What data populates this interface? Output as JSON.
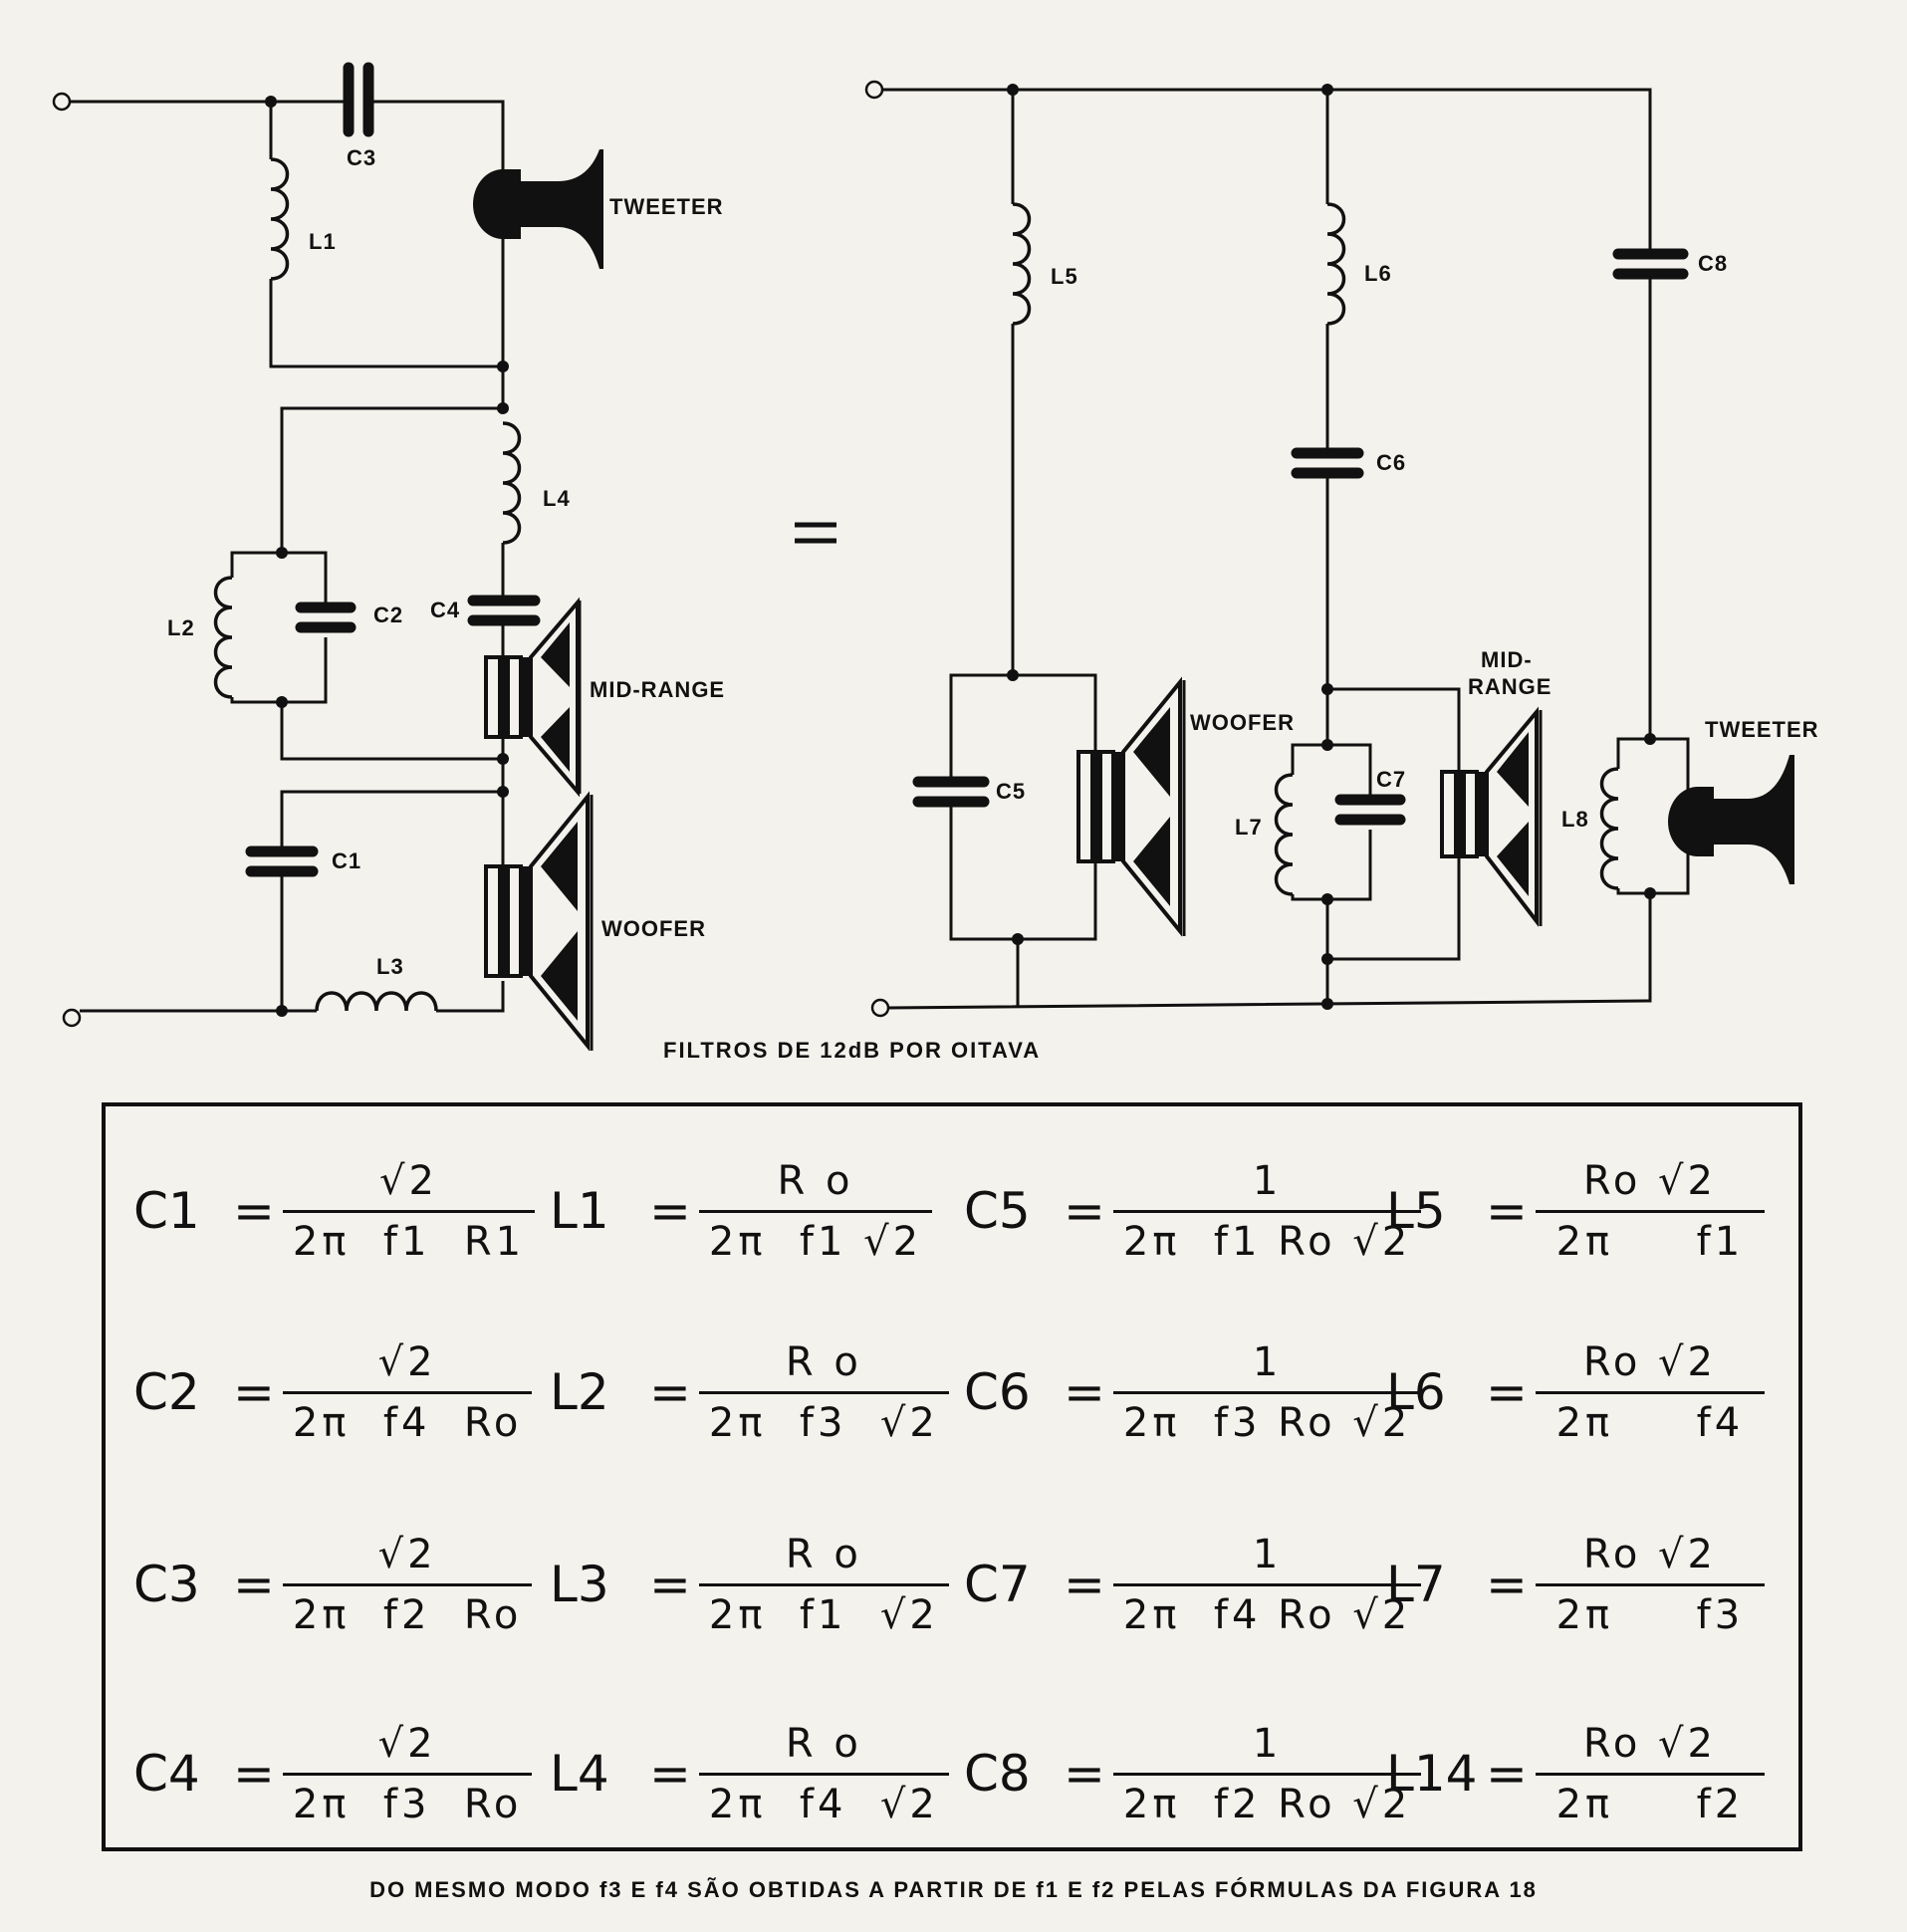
{
  "diagram": {
    "labels": {
      "c1": "C1",
      "c2": "C2",
      "c3": "C3",
      "c4": "C4",
      "c5": "C5",
      "c6": "C6",
      "c7": "C7",
      "c8": "C8",
      "l1": "L1",
      "l2": "L2",
      "l3": "L3",
      "l4": "L4",
      "l5": "L5",
      "l6": "L6",
      "l7": "L7",
      "l8": "L8",
      "tweeter": "TWEETER",
      "midrange": "MID-RANGE",
      "woofer": "WOOFER",
      "midrange_line1": "MID-",
      "midrange_line2": "RANGE"
    },
    "caption": "FILTROS DE 12dB POR OITAVA"
  },
  "formulas": [
    [
      {
        "name": "C1",
        "num": "√2",
        "den": "2π  f1  R1"
      },
      {
        "name": "L1",
        "num": "R o",
        "den": "2π  f1 √2"
      },
      {
        "name": "C5",
        "num": "1",
        "den": "2π  f1 Ro √2"
      },
      {
        "name": "L5",
        "num": "Ro   √2",
        "den": "2π     f1"
      }
    ],
    [
      {
        "name": "C2",
        "num": "√2",
        "den": "2π  f4  Ro"
      },
      {
        "name": "L2",
        "num": "R o",
        "den": "2π  f3  √2"
      },
      {
        "name": "C6",
        "num": "1",
        "den": "2π  f3 Ro √2"
      },
      {
        "name": "L6",
        "num": "Ro   √2",
        "den": "2π     f4"
      }
    ],
    [
      {
        "name": "C3",
        "num": "√2",
        "den": "2π  f2  Ro"
      },
      {
        "name": "L3",
        "num": "R o",
        "den": "2π  f1  √2"
      },
      {
        "name": "C7",
        "num": "1",
        "den": "2π  f4 Ro √2"
      },
      {
        "name": "L7",
        "num": "Ro   √2",
        "den": "2π     f3"
      }
    ],
    [
      {
        "name": "C4",
        "num": "√2",
        "den": "2π  f3  Ro"
      },
      {
        "name": "L4",
        "num": "R o",
        "den": "2π  f4  √2"
      },
      {
        "name": "C8",
        "num": "1",
        "den": "2π  f2 Ro √2"
      },
      {
        "name": "L14",
        "num": "Ro   √2",
        "den": "2π     f2"
      }
    ]
  ],
  "footer": "DO MESMO MODO f3 E f4 SÃO OBTIDAS A PARTIR DE f1 E f2 PELAS FÓRMULAS DA FIGURA 18"
}
